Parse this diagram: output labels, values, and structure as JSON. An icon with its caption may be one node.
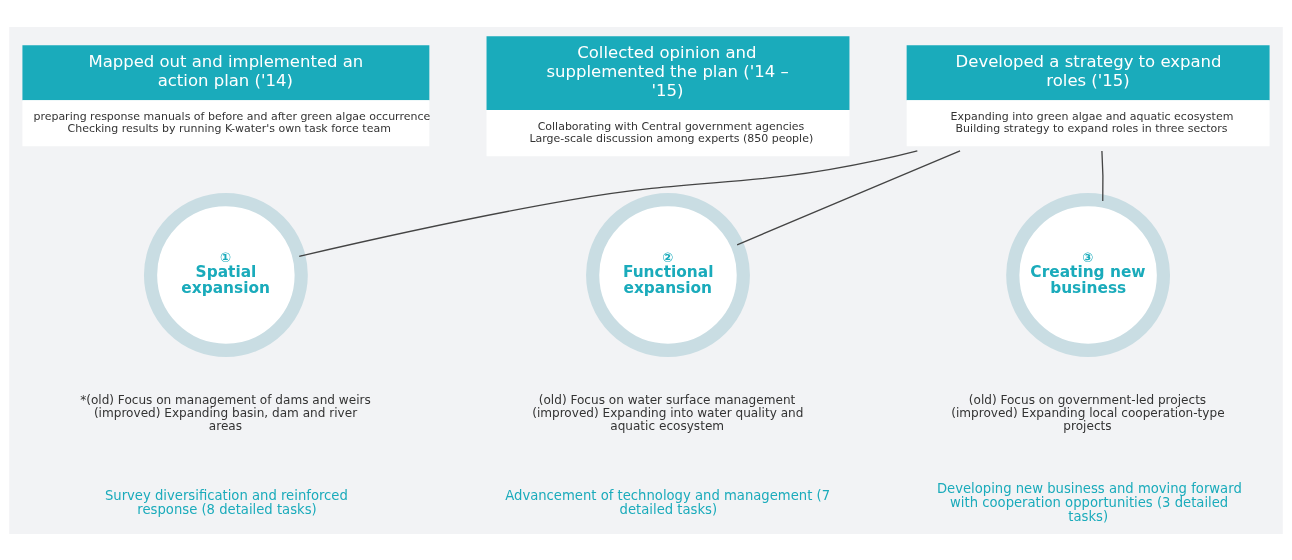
{
  "diagram": {
    "nodes": [
      {
        "text": [
          "Mapped out and implemented an action plan ('14)",
          "preparing response manuals of before and after green algae occurrence",
          "Checking results by running K-water's own task force team"
        ]
      },
      {
        "text": [
          "Collected opinion and supplemented the plan ('14 – '15)",
          "Collaborating with Central government agencies",
          "Large-scale discussion among experts (850 people)"
        ]
      },
      {
        "text": [
          "Developed a strategy to expand roles ('15)",
          "Expanding into green algae and aquatic ecosystem",
          "Building strategy to expand roles in three sectors"
        ]
      },
      {
        "text": [
          "①",
          "Spatial expansion"
        ]
      },
      {
        "text": [
          "②",
          "Functional expansion"
        ]
      },
      {
        "text": [
          "③",
          "Creating new business"
        ]
      }
    ],
    "edges": [
      {
        "from": 2,
        "to": 3,
        "arrow": "none"
      },
      {
        "from": 2,
        "to": 4,
        "arrow": "none"
      },
      {
        "from": 2,
        "to": 5,
        "arrow": "none"
      }
    ],
    "labels": [
      "*(old) Focus on management of dams and weirs",
      "(improved) Expanding basin, dam and river areas",
      "(old) Focus on water surface management",
      "(improved) Expanding into water quality and aquatic ecosystem",
      "(old) Focus on government-led projects",
      "(improved) Expanding local cooperation-type projects",
      "Survey diversification and reinforced response (8 detailed tasks)",
      "Advancement of technology and management (7 detailed tasks)",
      "Developing new business and moving forward with cooperation opportunities (3 detailed tasks)"
    ]
  }
}
